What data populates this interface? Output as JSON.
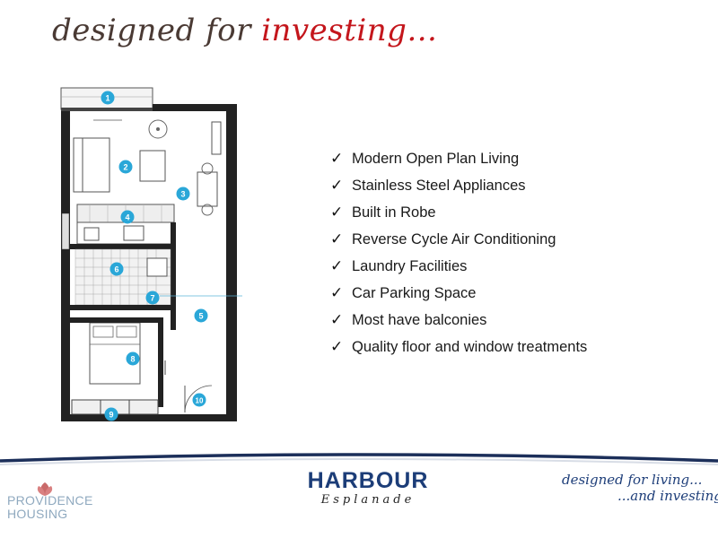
{
  "title": {
    "part1": "designed for ",
    "part2": "investing",
    "dots": "..."
  },
  "features": [
    "Modern Open Plan Living",
    "Stainless Steel Appliances",
    "Built in Robe",
    "Reverse Cycle Air Conditioning",
    "Laundry Facilities",
    "Car Parking Space",
    "Most have balconies",
    "Quality floor and window treatments"
  ],
  "tick": "✓",
  "floorplan": {
    "markers": [
      "1",
      "2",
      "3",
      "4",
      "5",
      "6",
      "7",
      "8",
      "9",
      "10"
    ]
  },
  "footer": {
    "providence": {
      "line1_a": "PROVID",
      "line1_b": "ENCE",
      "line2": "HOUSING"
    },
    "harbour": {
      "name": "HARBOUR",
      "sub": "Esplanade"
    },
    "tagline": {
      "line1": "designed for living...",
      "line2": "...and investing"
    }
  },
  "colors": {
    "accent_red": "#c4161c",
    "marker": "#2aa7d8",
    "brand_blue": "#1c3d78"
  }
}
